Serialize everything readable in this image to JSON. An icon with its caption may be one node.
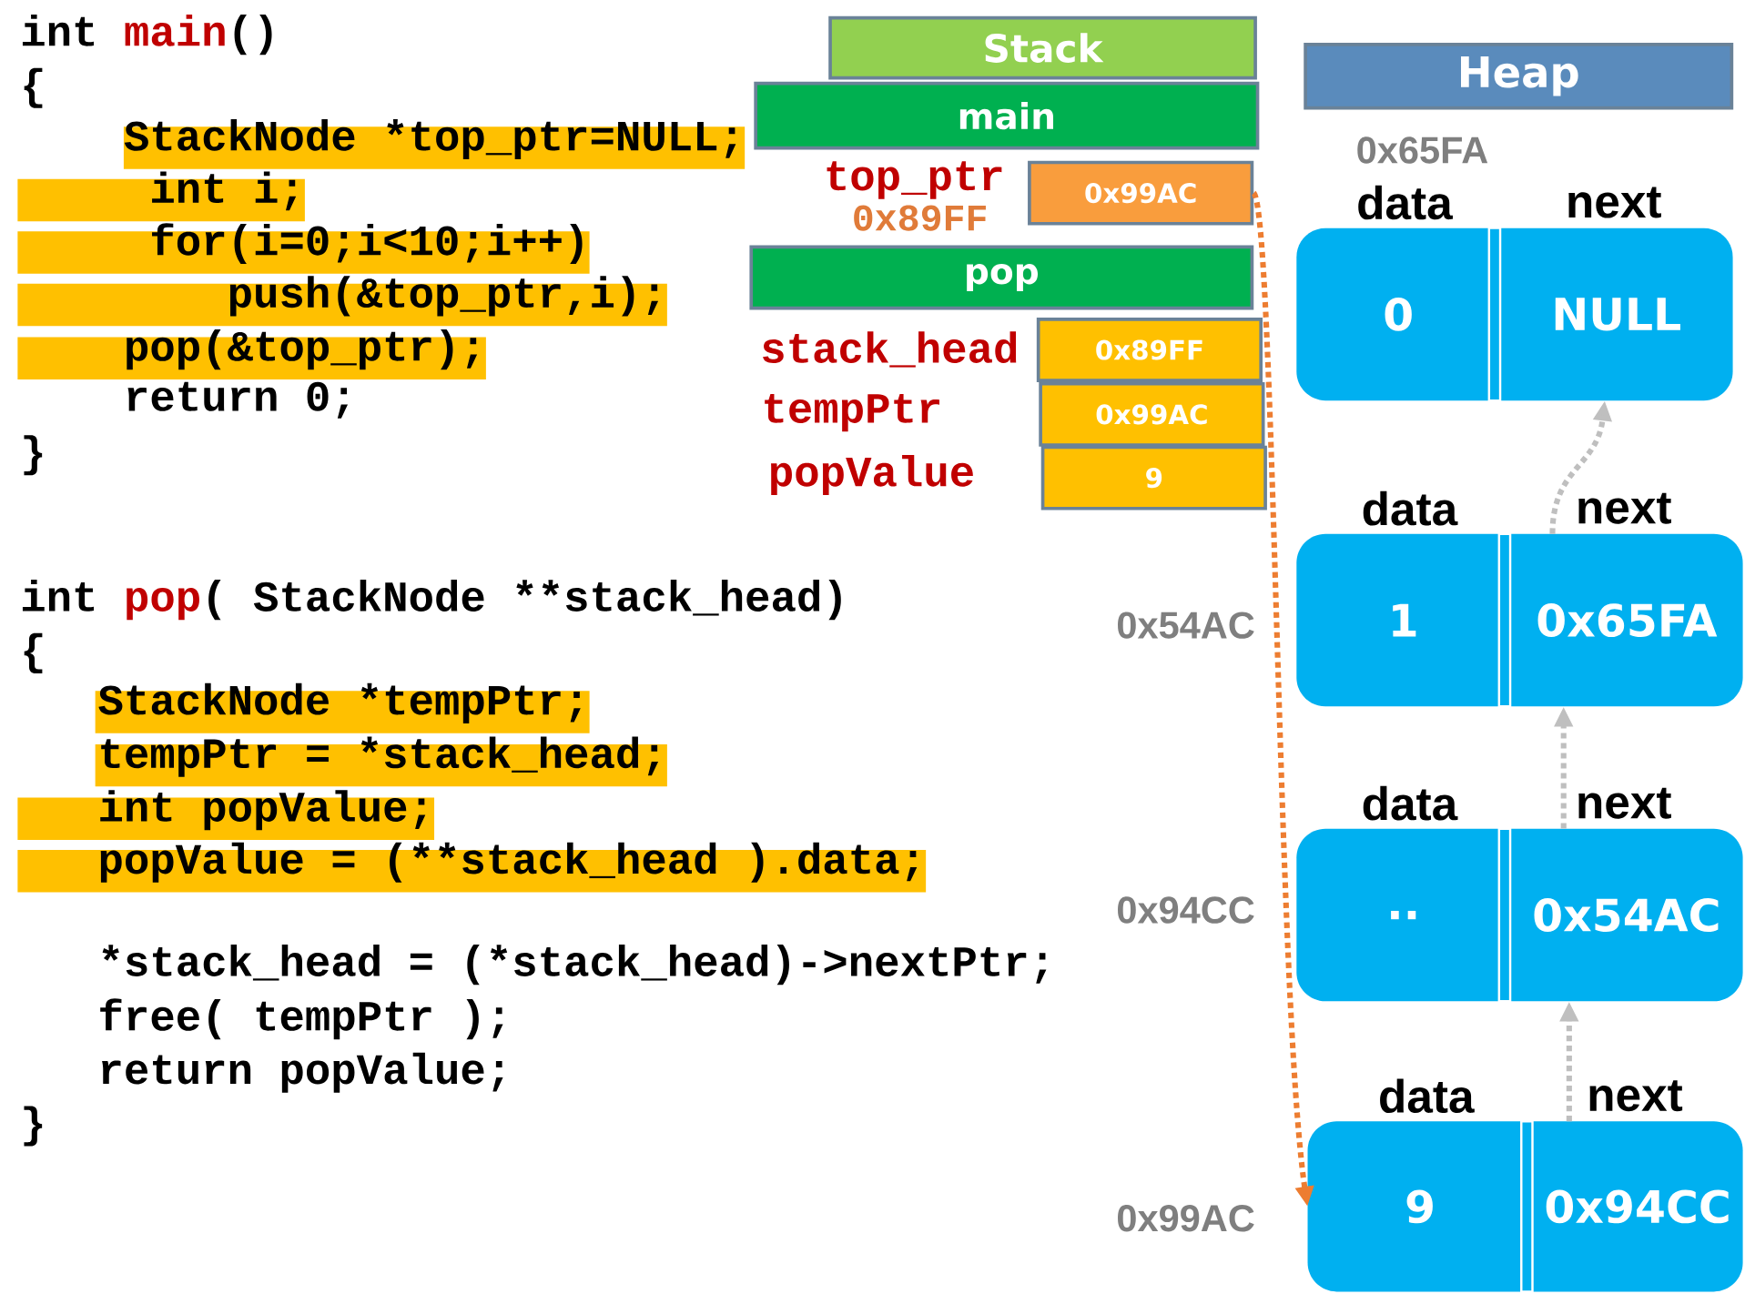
{
  "diagram": {
    "nodes": [
      {
        "text": [
          "Stack"
        ]
      },
      {
        "text": [
          "main"
        ]
      },
      {
        "text": [
          "0x99AC"
        ],
        "beside": [
          "top_ptr",
          "0x89FF"
        ]
      },
      {
        "text": [
          "pop"
        ]
      },
      {
        "text": [
          "0x89FF"
        ],
        "beside": [
          "stack_head"
        ]
      },
      {
        "text": [
          "0x99AC"
        ],
        "beside": [
          "tempPtr"
        ]
      },
      {
        "text": [
          "9"
        ],
        "beside": [
          "popValue"
        ]
      },
      {
        "text": [
          "Heap"
        ]
      },
      {
        "text": [
          "data",
          "next",
          "0",
          "NULL"
        ]
      },
      {
        "text": [
          "data",
          "next",
          "1",
          "0x65FA"
        ],
        "beside": [
          "0x54AC"
        ]
      },
      {
        "text": [
          "data",
          "next",
          "..",
          "0x54AC"
        ],
        "beside": [
          "0x94CC"
        ]
      },
      {
        "text": [
          "data",
          "next",
          "9",
          "0x94CC"
        ],
        "beside": [
          "0x99AC"
        ]
      }
    ],
    "edges": [
      {
        "from": 2,
        "to": 11,
        "arrow": "to",
        "style": "dashed",
        "color": "#ed7d31"
      },
      {
        "from": 9,
        "to": 8,
        "arrow": "to",
        "style": "dashed"
      },
      {
        "from": 10,
        "to": 9,
        "arrow": "to",
        "style": "dashed"
      },
      {
        "from": 11,
        "to": 10,
        "arrow": "to",
        "style": "dashed"
      }
    ],
    "labels": [
      "int",
      "main",
      "()",
      "{",
      "StackNode *top_ptr=NULL;",
      "int i;",
      "for(i=0;i<10;i++)",
      "push(&top_ptr,i);",
      "pop(&top_ptr);",
      "return 0;",
      "}",
      "int",
      "pop",
      "( StackNode **stack_head)",
      "{",
      "StackNode *tempPtr;",
      "tempPtr = *stack_head;",
      "int popValue;",
      "popValue = (**stack_head ).data;",
      "*stack_head = (*stack_head)->nextPtr;",
      "free( tempPtr );",
      "return popValue;",
      "}",
      "0x65FA"
    ]
  }
}
